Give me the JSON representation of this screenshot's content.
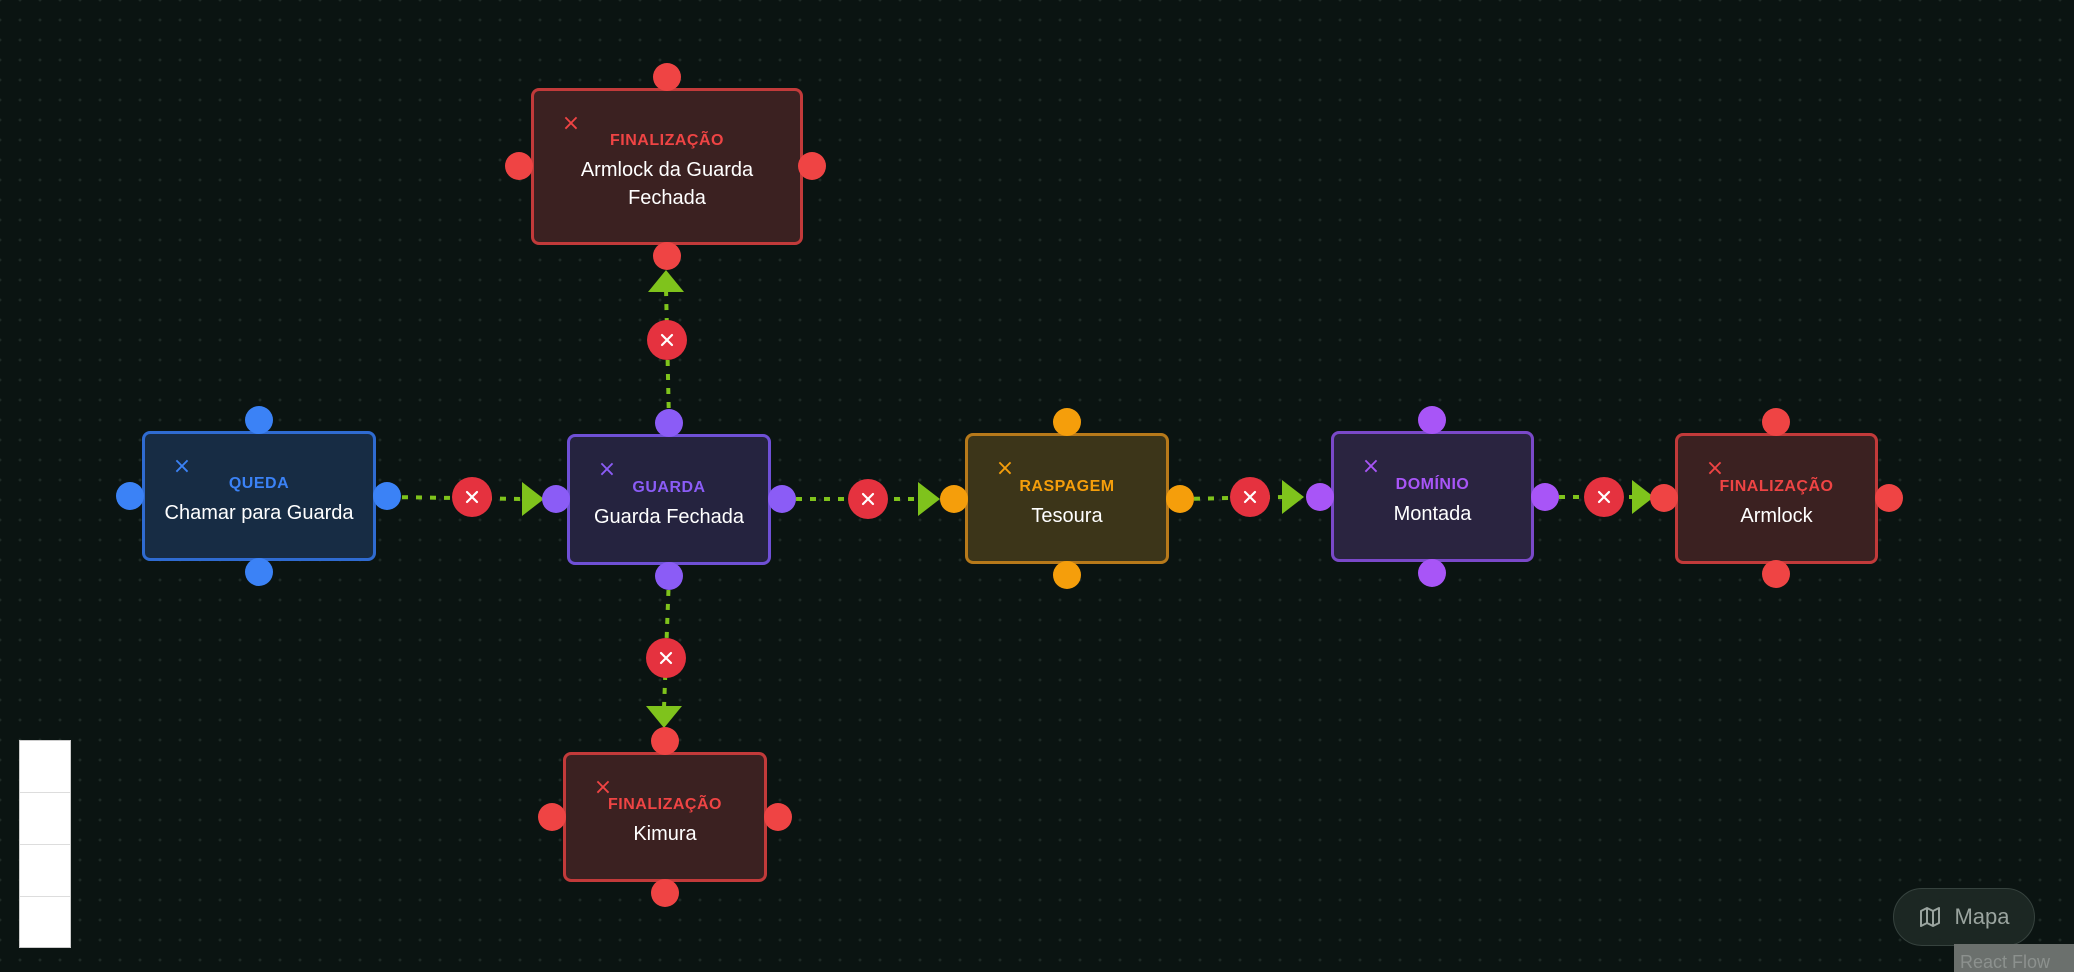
{
  "colors": {
    "background": "#0b1412",
    "edge": "#7fc31c",
    "edge_delete": "#e5323f",
    "queda": "#3b82f6",
    "guarda": "#8b5cf6",
    "raspagem": "#f59e0b",
    "dominio": "#a855f7",
    "finalizacao": "#ef4444"
  },
  "nodes": [
    {
      "id": "finalizacao_armlock_guarda",
      "type": "FINALIZAÇÃO",
      "label": "Armlock da Guarda Fechada",
      "delete_icon": "close-icon"
    },
    {
      "id": "queda_chamar",
      "type": "QUEDA",
      "label": "Chamar para Guarda",
      "delete_icon": "close-icon"
    },
    {
      "id": "guarda_fechada",
      "type": "GUARDA",
      "label": "Guarda Fechada",
      "delete_icon": "close-icon"
    },
    {
      "id": "raspagem_tesoura",
      "type": "RASPAGEM",
      "label": "Tesoura",
      "delete_icon": "close-icon"
    },
    {
      "id": "dominio_montada",
      "type": "DOMÍNIO",
      "label": "Montada",
      "delete_icon": "close-icon"
    },
    {
      "id": "finalizacao_armlock",
      "type": "FINALIZAÇÃO",
      "label": "Armlock",
      "delete_icon": "close-icon"
    },
    {
      "id": "finalizacao_kimura",
      "type": "FINALIZAÇÃO",
      "label": "Kimura",
      "delete_icon": "close-icon"
    }
  ],
  "edges": [
    {
      "from": "queda_chamar",
      "to": "guarda_fechada",
      "style": "dashed",
      "delete_icon": "close-icon"
    },
    {
      "from": "guarda_fechada",
      "to": "finalizacao_armlock_guarda",
      "style": "dashed",
      "delete_icon": "close-icon"
    },
    {
      "from": "guarda_fechada",
      "to": "raspagem_tesoura",
      "style": "dashed",
      "delete_icon": "close-icon"
    },
    {
      "from": "guarda_fechada",
      "to": "finalizacao_kimura",
      "style": "dashed",
      "delete_icon": "close-icon"
    },
    {
      "from": "raspagem_tesoura",
      "to": "dominio_montada",
      "style": "dashed",
      "delete_icon": "close-icon"
    },
    {
      "from": "dominio_montada",
      "to": "finalizacao_armlock",
      "style": "dashed",
      "delete_icon": "close-icon"
    }
  ],
  "map_button": {
    "label": "Mapa",
    "icon": "map-icon"
  },
  "attribution": "React Flow"
}
